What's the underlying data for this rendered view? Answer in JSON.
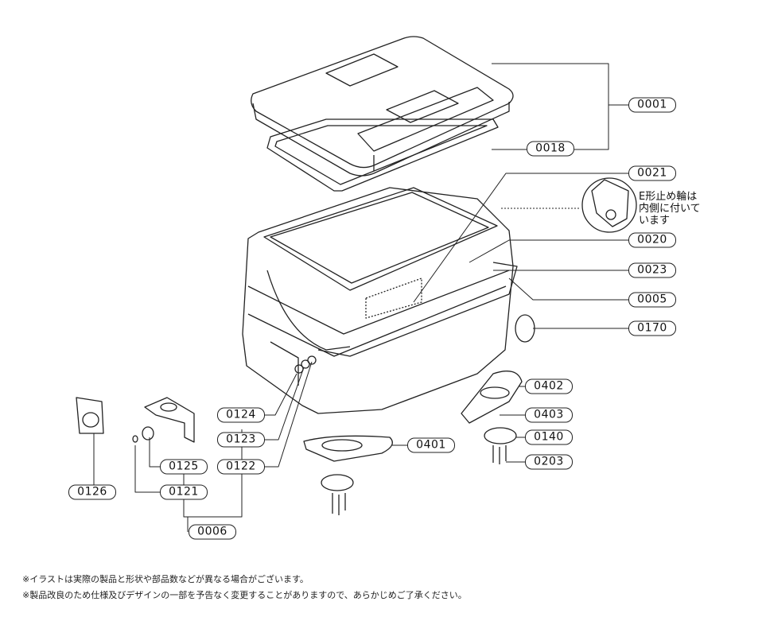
{
  "parts": [
    {
      "id": "p0001",
      "label": "0001"
    },
    {
      "id": "p0018",
      "label": "0018"
    },
    {
      "id": "p0021",
      "label": "0021"
    },
    {
      "id": "p0020",
      "label": "0020"
    },
    {
      "id": "p0023",
      "label": "0023"
    },
    {
      "id": "p0005",
      "label": "0005"
    },
    {
      "id": "p0170",
      "label": "0170"
    },
    {
      "id": "p0402",
      "label": "0402"
    },
    {
      "id": "p0403",
      "label": "0403"
    },
    {
      "id": "p0140",
      "label": "0140"
    },
    {
      "id": "p0203",
      "label": "0203"
    },
    {
      "id": "p0401",
      "label": "0401"
    },
    {
      "id": "p0124",
      "label": "0124"
    },
    {
      "id": "p0123",
      "label": "0123"
    },
    {
      "id": "p0122",
      "label": "0122"
    },
    {
      "id": "p0125",
      "label": "0125"
    },
    {
      "id": "p0121",
      "label": "0121"
    },
    {
      "id": "p0126",
      "label": "0126"
    },
    {
      "id": "p0006",
      "label": "0006"
    }
  ],
  "detail_note": [
    "E形止め輪は",
    "内側に付いて",
    "います"
  ],
  "footnotes": [
    "※イラストは実際の製品と形状や部品数などが異なる場合がございます。",
    "※製品改良のため仕様及びデザインの一部を予告なく変更することがありますので、あらかじめご了承ください。"
  ]
}
